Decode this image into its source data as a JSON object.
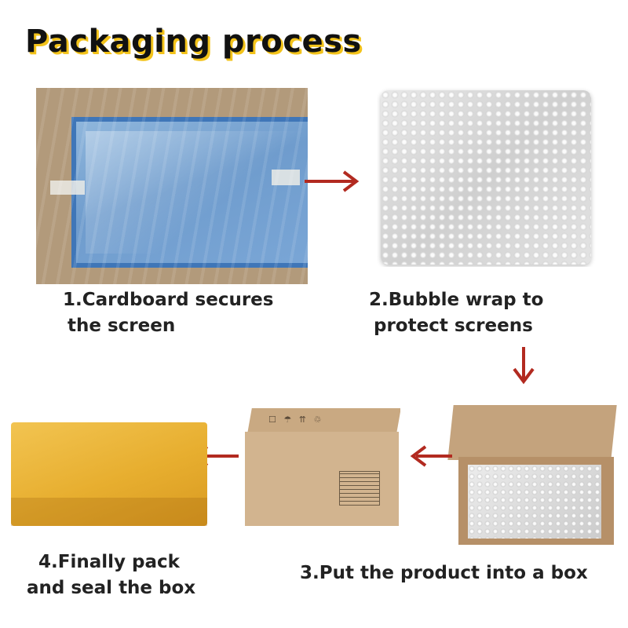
{
  "title": "Packaging process",
  "steps": [
    {
      "caption_line1": "1.Cardboard secures",
      "caption_line2": "the screen"
    },
    {
      "caption_line1": "2.Bubble wrap to",
      "caption_line2": "protect screens"
    },
    {
      "caption_line1": "3.Put the product into a box"
    },
    {
      "caption_line1": "4.Finally pack",
      "caption_line2": "and seal the box"
    }
  ],
  "colors": {
    "title_highlight": "#f3c31a",
    "arrow": "#b22a20",
    "cardboard": "#b29a7b",
    "screen_blue": "#3f76b8",
    "box_kraft": "#d2b48f",
    "sealed_yellow": "#e7ae2f"
  },
  "icons": {
    "box_symbols": "fragile-keep-dry-this-way-up-icons"
  }
}
